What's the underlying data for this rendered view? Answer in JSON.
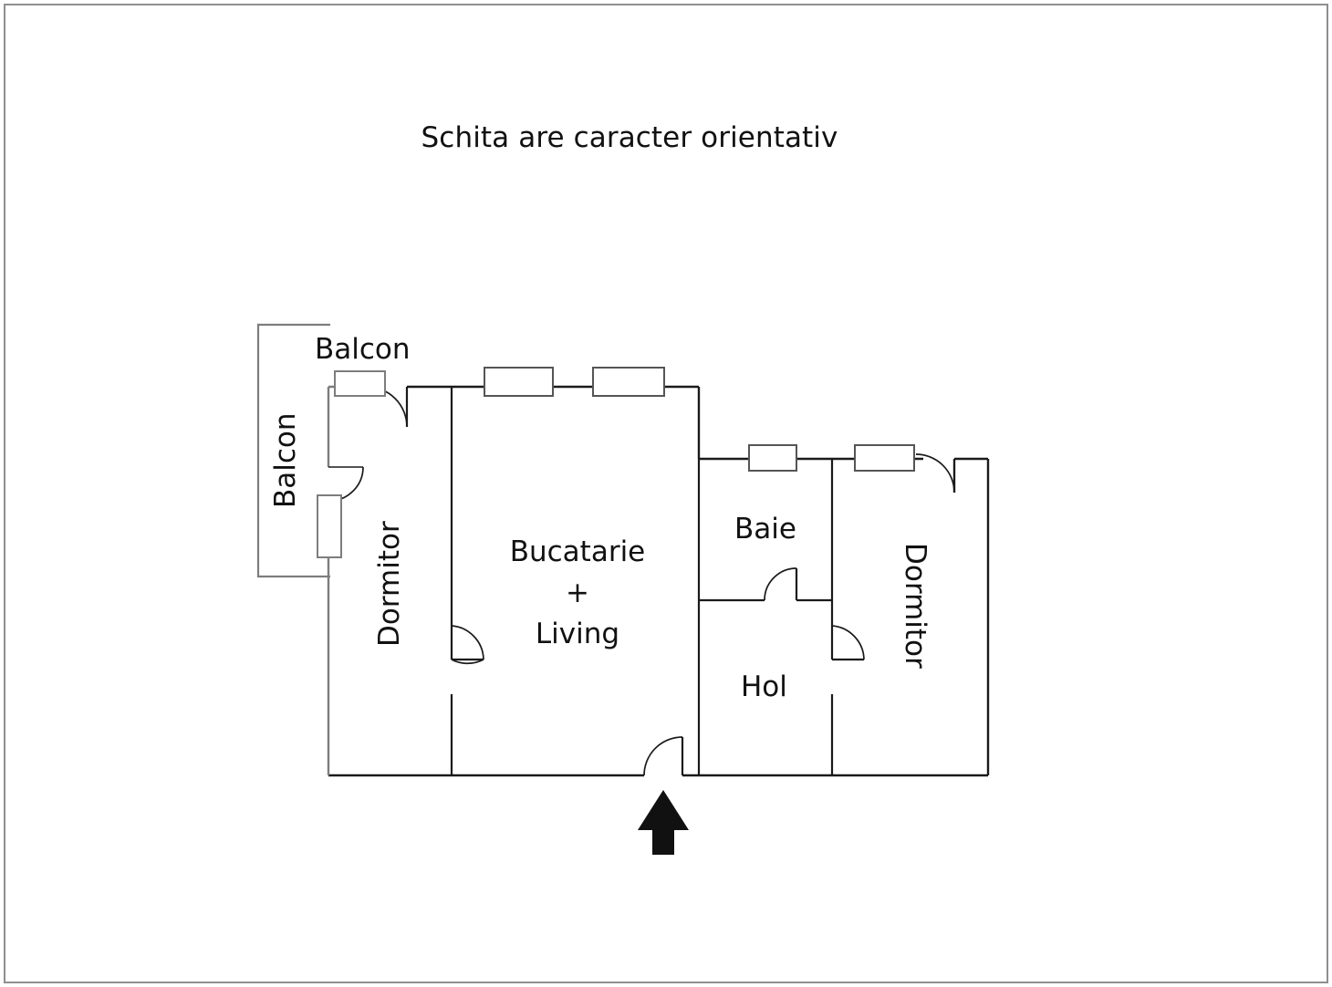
{
  "document": {
    "title": "Schita are caracter orientativ",
    "type": "floor-plan",
    "language": "ro"
  },
  "colors": {
    "wall": "#1a1a1a",
    "wall_light": "#7d7d7d",
    "text": "#111111",
    "background": "#ffffff",
    "frame": "#8f8f8f",
    "arrow": "#111111"
  },
  "rooms": [
    {
      "key": "balcon_top",
      "label": "Balcon",
      "orientation": "horizontal"
    },
    {
      "key": "balcon_left",
      "label": "Balcon",
      "orientation": "vertical-ccw"
    },
    {
      "key": "dormitor_left",
      "label": "Dormitor",
      "orientation": "vertical-ccw"
    },
    {
      "key": "living",
      "label": "Bucatarie\n+\nLiving",
      "orientation": "horizontal"
    },
    {
      "key": "baie",
      "label": "Baie",
      "orientation": "horizontal"
    },
    {
      "key": "hol",
      "label": "Hol",
      "orientation": "horizontal"
    },
    {
      "key": "dormitor_right",
      "label": "Dormitor",
      "orientation": "vertical-cw"
    }
  ],
  "labels": {
    "balcon_top": "Balcon",
    "balcon_left": "Balcon",
    "dormitor_left": "Dormitor",
    "living_line1": "Bucatarie",
    "living_line2": "+",
    "living_line3": "Living",
    "baie": "Baie",
    "hol": "Hol",
    "dormitor_right": "Dormitor"
  },
  "features": {
    "entrance_arrow": "entrance-direction-arrow",
    "window_count": 5,
    "door_count": 6
  }
}
